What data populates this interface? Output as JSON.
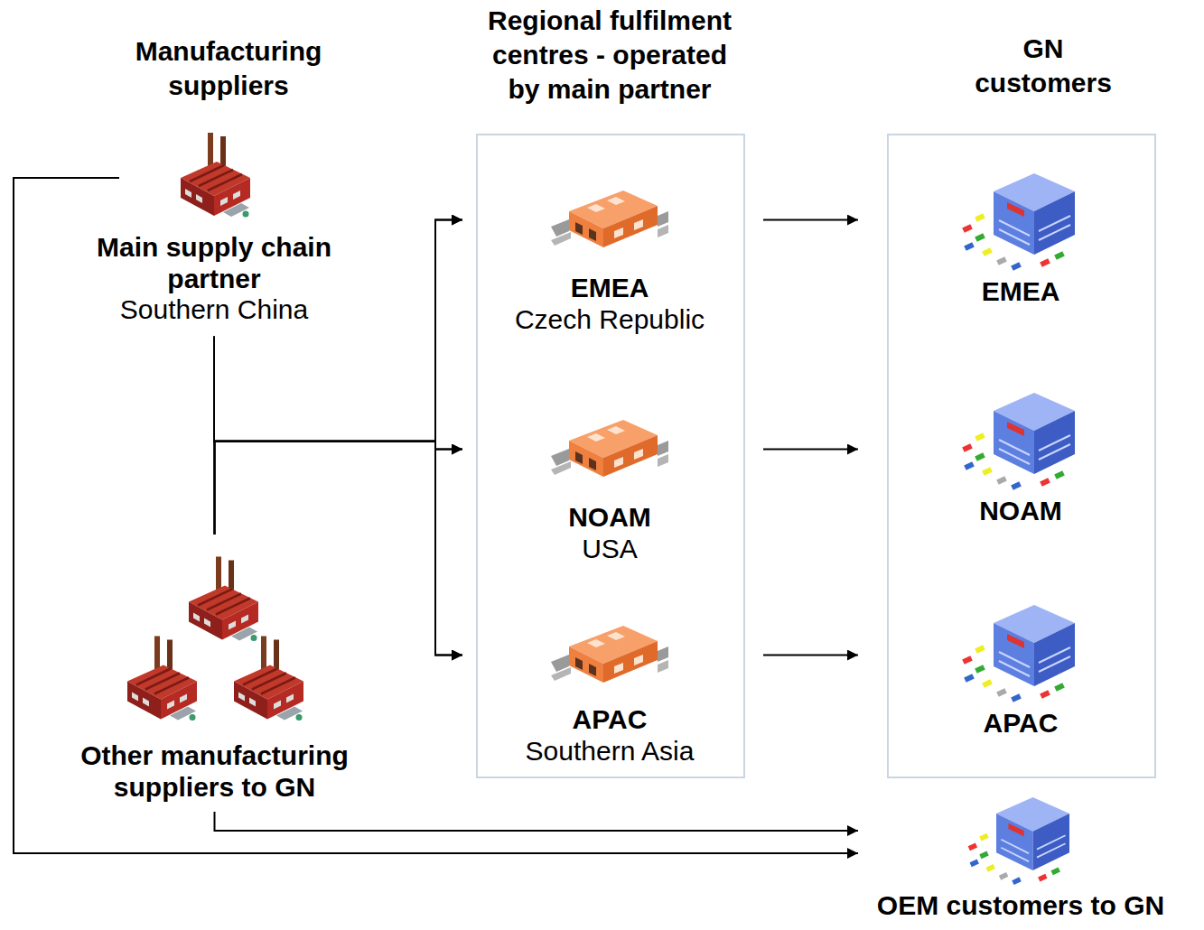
{
  "diagram": {
    "nodes": [
      {
        "text": [
          "Main supply chain partner",
          "Southern China"
        ]
      },
      {
        "text": [
          "Regional fulfilment centres - operated by main partner"
        ]
      },
      {
        "text": [
          "EMEA",
          "Czech Republic"
        ],
        "in": 1
      },
      {
        "text": [
          "NOAM",
          "USA"
        ],
        "in": 1
      },
      {
        "text": [
          "APAC",
          "Southern Asia"
        ],
        "in": 1
      },
      {
        "text": [
          "GN customers"
        ]
      },
      {
        "text": [
          "EMEA"
        ],
        "in": 5
      },
      {
        "text": [
          "NOAM"
        ],
        "in": 5
      },
      {
        "text": [
          "APAC"
        ],
        "in": 5
      },
      {
        "text": [
          "Other manufacturing suppliers to GN"
        ]
      },
      {
        "text": [
          "OEM customers to GN"
        ]
      }
    ],
    "edges": [
      {
        "from": 0,
        "to": 2,
        "arrow": "to"
      },
      {
        "from": 0,
        "to": 3,
        "arrow": "to"
      },
      {
        "from": 0,
        "to": 4,
        "arrow": "to"
      },
      {
        "from": 9,
        "to": 2,
        "arrow": "to"
      },
      {
        "from": 9,
        "to": 3,
        "arrow": "to"
      },
      {
        "from": 9,
        "to": 4,
        "arrow": "to"
      },
      {
        "from": 2,
        "to": 6,
        "arrow": "to"
      },
      {
        "from": 3,
        "to": 7,
        "arrow": "to"
      },
      {
        "from": 4,
        "to": 8,
        "arrow": "to"
      },
      {
        "from": 0,
        "to": 10,
        "arrow": "to"
      },
      {
        "from": 9,
        "to": 10,
        "arrow": "to"
      }
    ],
    "labels": [
      "Manufacturing suppliers"
    ]
  }
}
